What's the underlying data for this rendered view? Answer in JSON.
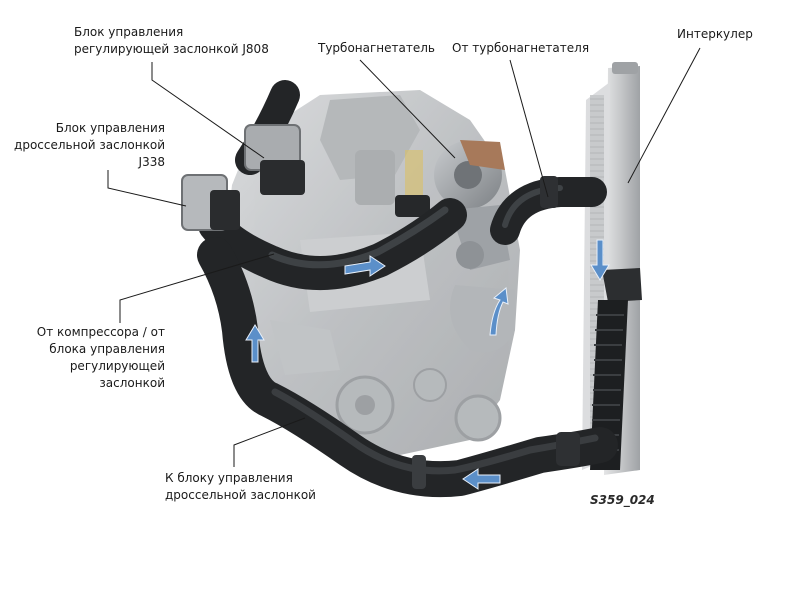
{
  "labels": {
    "j808": "Блок управления\nрегулирующей заслонкой J808",
    "j338": "Блок управления\nдроссельной заслонкой\nJ338",
    "turbo": "Турбонагнетатель",
    "from_turbo": "От турбонагнетателя",
    "intercooler": "Интеркулер",
    "from_compressor": "От компрессора / от\nблока управления\nрегулирующей\nзаслонкой",
    "to_throttle": "К блоку управления\nдроссельной заслонкой"
  },
  "figure_code": "S359_024",
  "colors": {
    "hose": "#232527",
    "hose_highlight": "#4a4e52",
    "flow_arrow": "#5b8fc9",
    "engine": "#b9bcbf",
    "intercooler_core": "#c9cbcd",
    "leader_line": "#1a1a1a"
  },
  "icons": [
    "flow-arrow-icon"
  ]
}
